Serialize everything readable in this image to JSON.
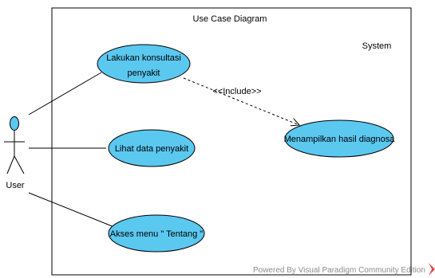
{
  "diagram": {
    "title": "Use Case Diagram",
    "system_label": "System",
    "actor": {
      "label": "User"
    },
    "use_cases": [
      {
        "id": "konsultasi",
        "lines": [
          "Lakukan konsultasi",
          "penyakit"
        ]
      },
      {
        "id": "lihat-data",
        "lines": [
          "Lihat data penyakit"
        ]
      },
      {
        "id": "akses-menu",
        "lines": [
          "Akses menu \" Tentang \""
        ]
      },
      {
        "id": "hasil-diagnosa",
        "lines": [
          "Menampilkan hasil diagnosa"
        ]
      }
    ],
    "include_label": "<<Include>>",
    "colors": {
      "use_case_fill": "#5bc8f0",
      "use_case_stroke": "#000000",
      "actor_head_fill": "#5bc8f0",
      "watermark_icon": "#e0474c"
    }
  },
  "watermark": {
    "text": "Powered By  Visual Paradigm Community Edition",
    "icon": "visual-paradigm-logo-icon"
  }
}
